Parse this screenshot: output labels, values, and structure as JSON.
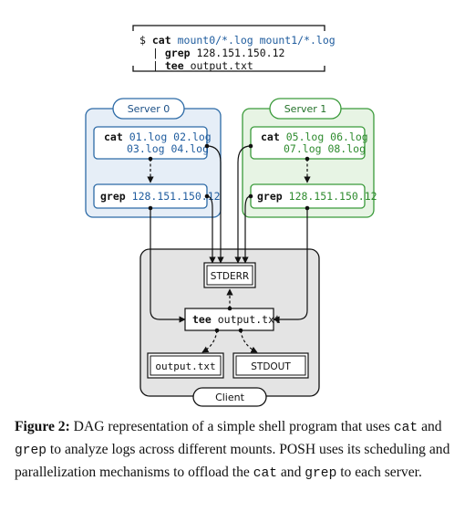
{
  "command": {
    "prompt": "$",
    "line1_cmd": "cat",
    "line1_args": "mount0/*.log mount1/*.log",
    "line2_pipe": "|",
    "line2_cmd": "grep",
    "line2_args": "128.151.150.12",
    "line3_pipe": "|",
    "line3_cmd": "tee",
    "line3_args": "output.txt"
  },
  "server0": {
    "label": "Server 0",
    "cat_cmd": "cat",
    "cat_args1": "01.log 02.log",
    "cat_args2": "03.log 04.log",
    "grep_cmd": "grep",
    "grep_args": "128.151.150.12"
  },
  "server1": {
    "label": "Server 1",
    "cat_cmd": "cat",
    "cat_args1": "05.log 06.log",
    "cat_args2": "07.log 08.log",
    "grep_cmd": "grep",
    "grep_args": "128.151.150.12"
  },
  "client": {
    "label": "Client",
    "stderr": "STDERR",
    "tee_cmd": "tee",
    "tee_args": "output.txt",
    "output_file": "output.txt",
    "stdout": "STDOUT"
  },
  "caption": {
    "label": "Figure 2:",
    "t1": " DAG representation of a simple shell program that uses ",
    "c1": "cat",
    "t2": " and ",
    "c2": "grep",
    "t3": " to analyze logs across different mounts. ",
    "posh": "POSH",
    "t4": " uses its scheduling and parallelization mechanisms to offload the ",
    "c3": "cat",
    "t5": " and ",
    "c4": "grep",
    "t6": " to each server."
  },
  "colors": {
    "server0_accent": "#2c6aa6",
    "server0_fill": "#e6eef7",
    "server1_accent": "#3a9a3a",
    "server1_fill": "#e7f4e4",
    "client_fill": "#e4e4e4",
    "text_blue": "#1f5c9e",
    "text_green": "#2e8b2e"
  }
}
